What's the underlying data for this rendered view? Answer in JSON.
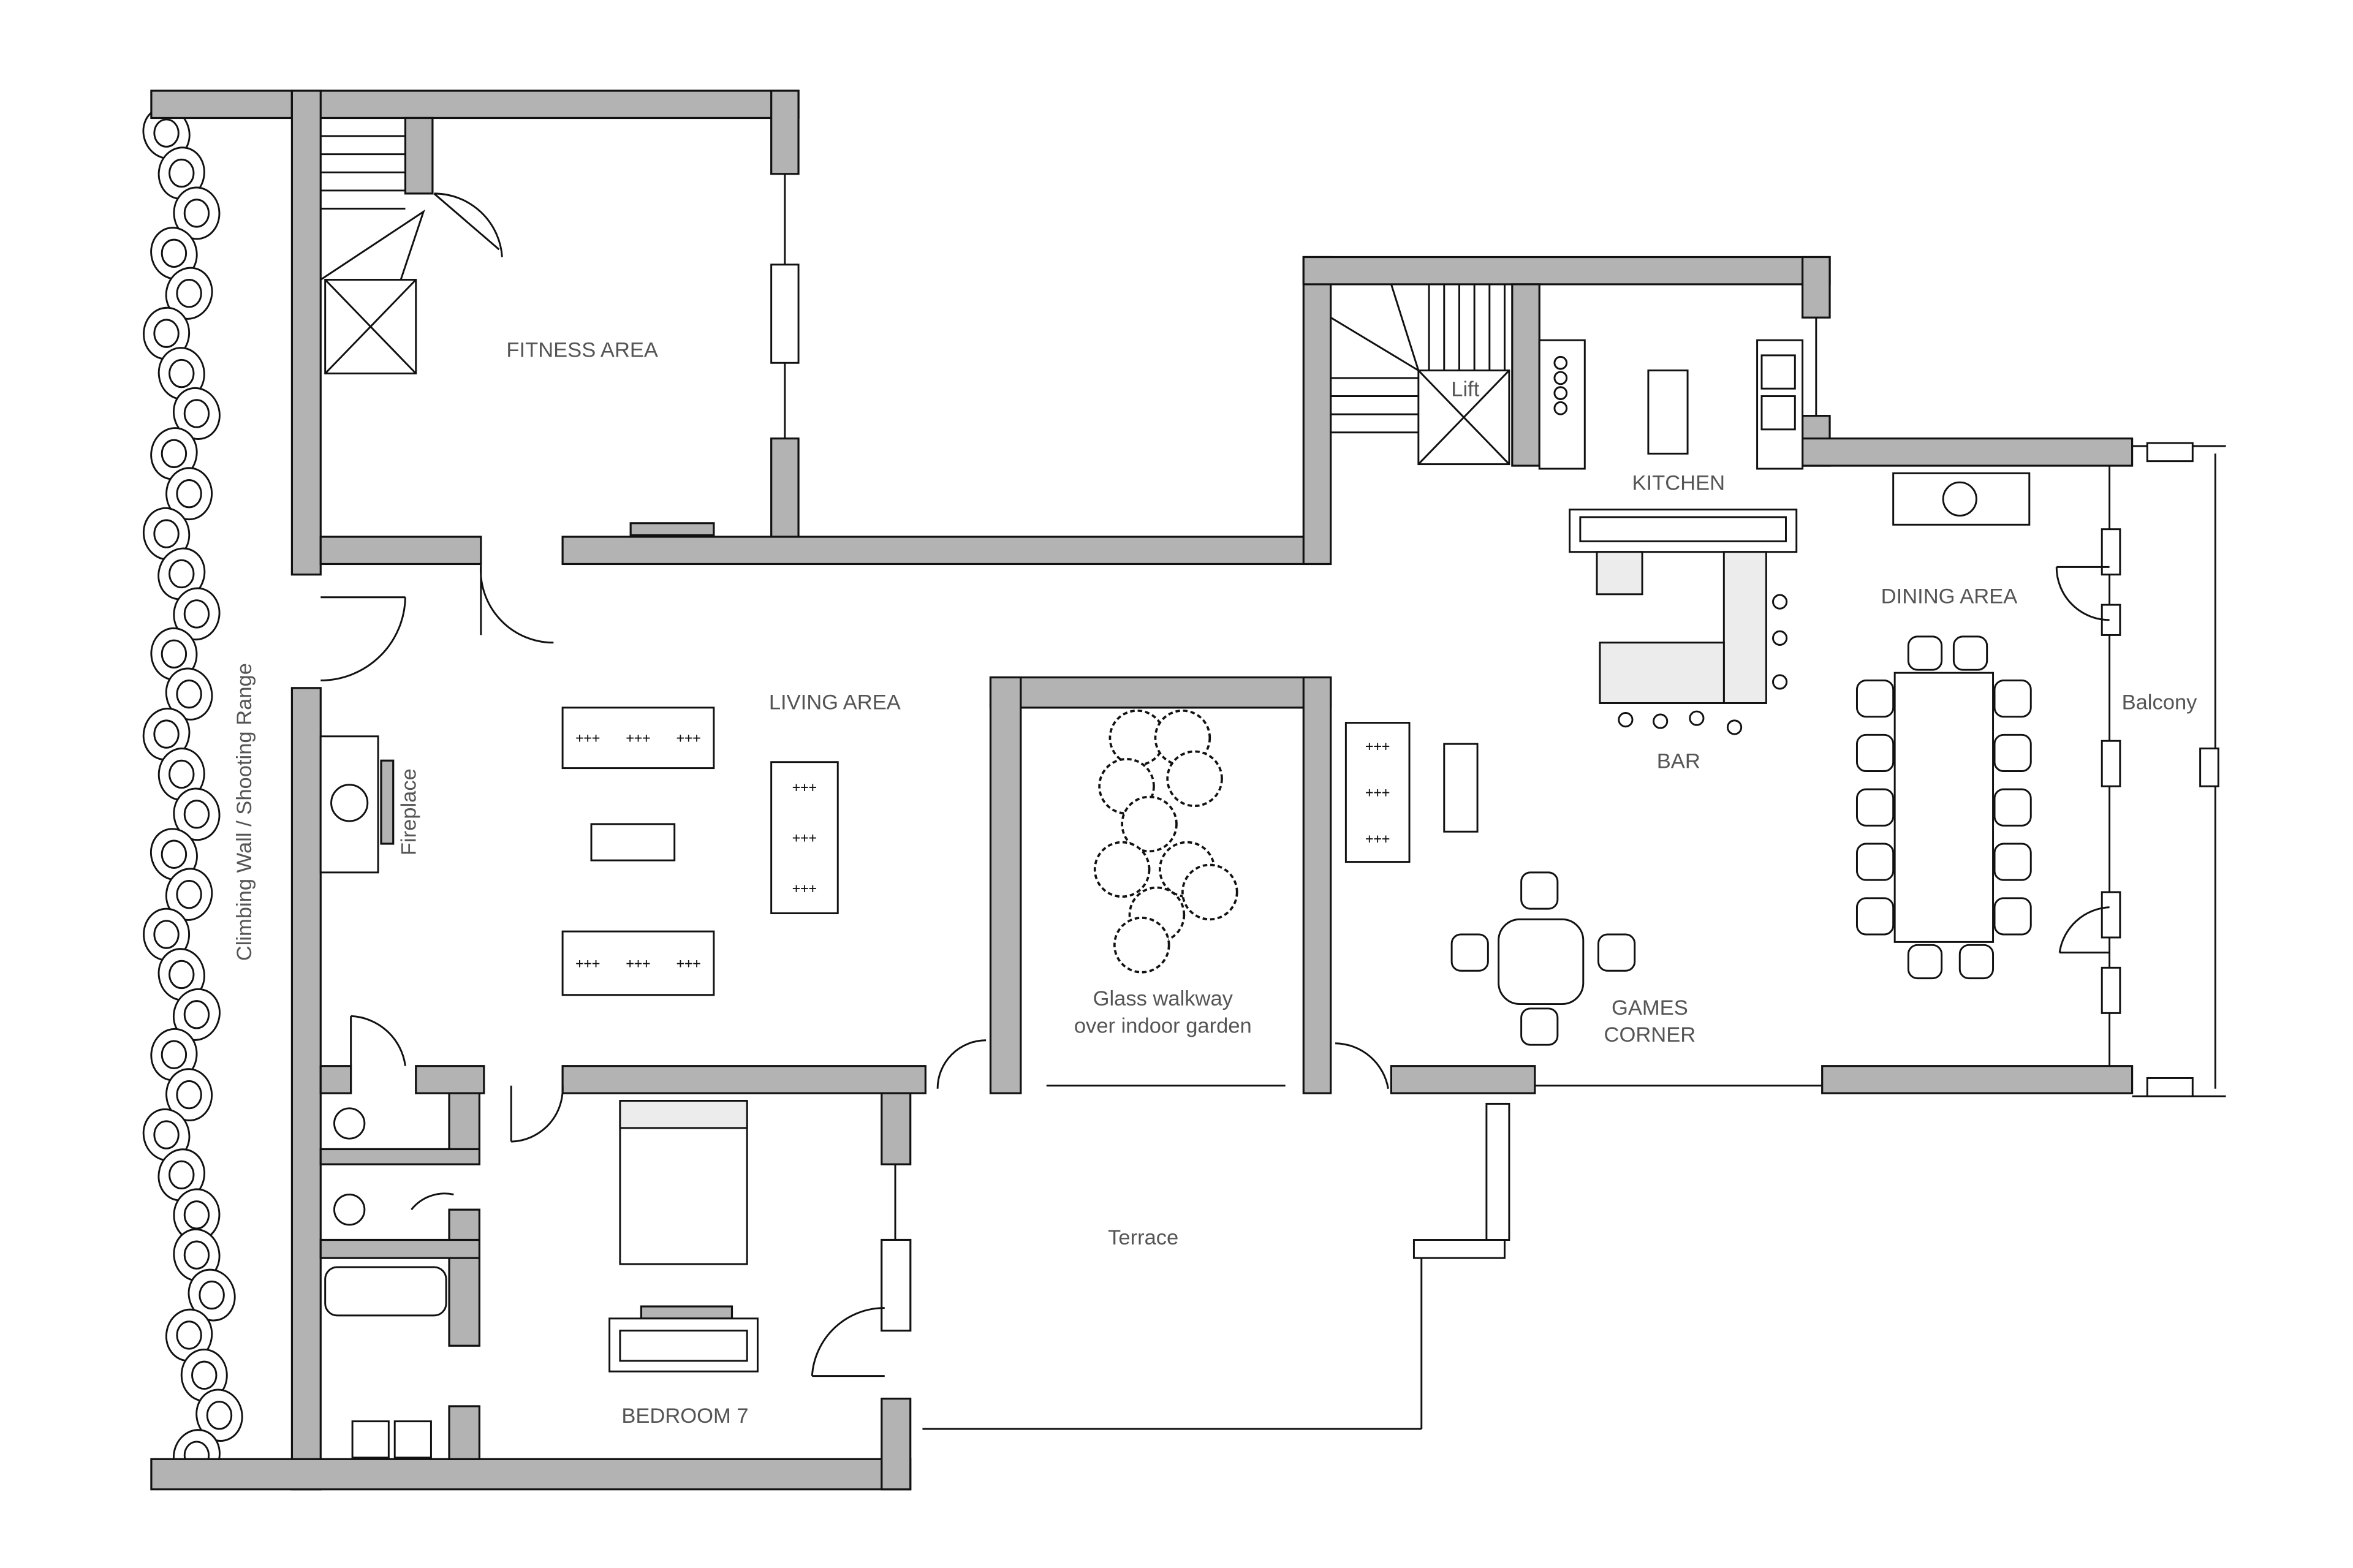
{
  "plan": {
    "rooms": {
      "fitness": "FITNESS AREA",
      "living": "LIVING AREA",
      "kitchen": "KITCHEN",
      "lift": "Lift",
      "bar": "BAR",
      "dining": "DINING AREA",
      "balcony": "Balcony",
      "games_line1": "GAMES",
      "games_line2": "CORNER",
      "walkway_line1": "Glass walkway",
      "walkway_line2": "over indoor garden",
      "terrace": "Terrace",
      "bedroom": "BEDROOM 7",
      "fireplace": "Fireplace",
      "climbing": "Climbing Wall / Shooting Range"
    },
    "colors": {
      "wall_fill": "#b3b3b3",
      "outline": "#111111",
      "label": "#555555"
    }
  }
}
